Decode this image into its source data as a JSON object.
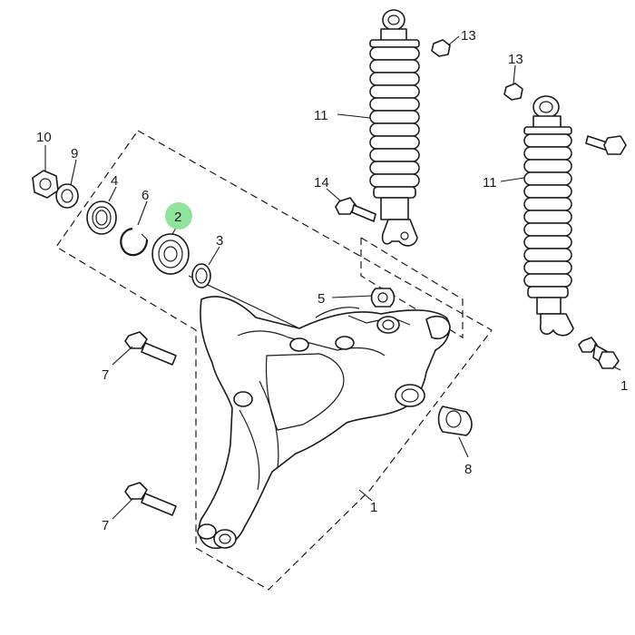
{
  "highlight_color": "#8fe39a",
  "callouts": [
    {
      "id": "c10a",
      "label": "10"
    },
    {
      "id": "c9",
      "label": "9"
    },
    {
      "id": "c4",
      "label": "4"
    },
    {
      "id": "c6",
      "label": "6"
    },
    {
      "id": "c2",
      "label": "2",
      "highlighted": true
    },
    {
      "id": "c3",
      "label": "3"
    },
    {
      "id": "c13a",
      "label": "13"
    },
    {
      "id": "c13b",
      "label": "13"
    },
    {
      "id": "c11a",
      "label": "11"
    },
    {
      "id": "c11b",
      "label": "11"
    },
    {
      "id": "c14",
      "label": "14"
    },
    {
      "id": "c5",
      "label": "5"
    },
    {
      "id": "c7a",
      "label": "7"
    },
    {
      "id": "c7b",
      "label": "7"
    },
    {
      "id": "c8",
      "label": "8"
    },
    {
      "id": "c1",
      "label": "1"
    },
    {
      "id": "c1b",
      "label": "1"
    }
  ]
}
